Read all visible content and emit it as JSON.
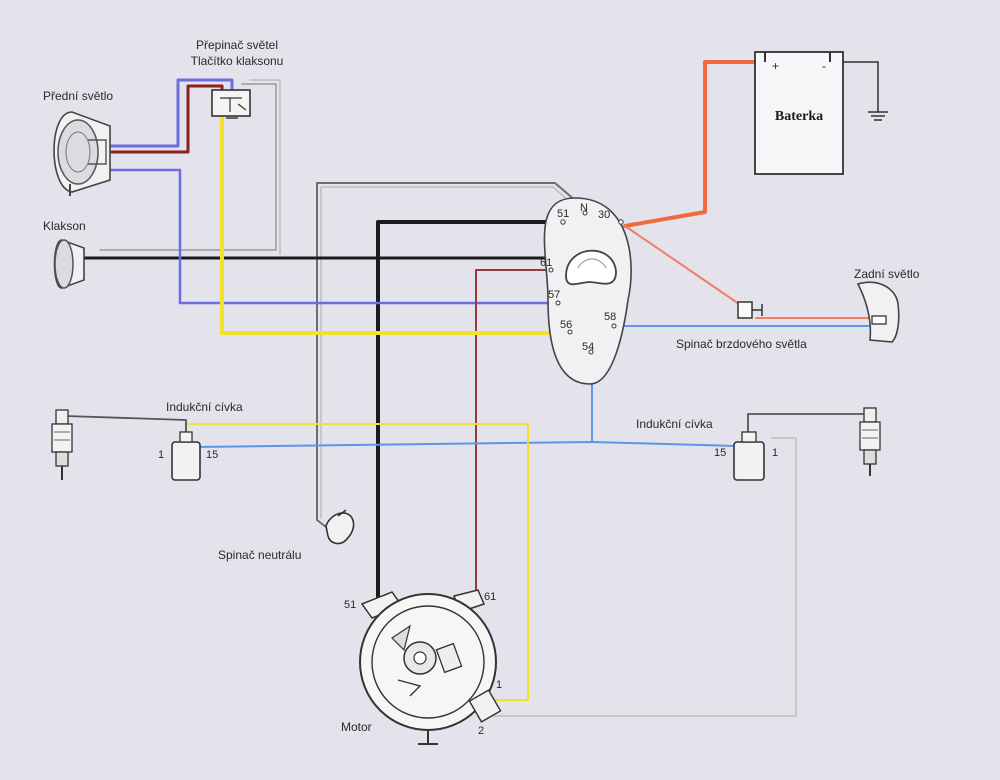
{
  "labels": {
    "front_light": "Přední světlo",
    "switch_line1": "Přepinač světel",
    "switch_line2": "Tlačítko klaksonu",
    "horn": "Klakson",
    "battery": "Baterka",
    "rear_light": "Zadní světlo",
    "brake_switch": "Spinač brzdového světla",
    "coil_left": "Indukční cívka",
    "coil_right": "Indukční cívka",
    "neutral_switch": "Spinač neutrálu",
    "motor": "Motor"
  },
  "terminals": {
    "t51": "51",
    "tN": "N",
    "t30": "30",
    "t61": "61",
    "t57": "57",
    "t56": "56",
    "t58": "58",
    "t54": "54",
    "coil_left_1": "1",
    "coil_left_15": "15",
    "coil_right_15": "15",
    "coil_right_1": "1",
    "motor_51": "51",
    "motor_61": "61",
    "motor_1": "1",
    "motor_2": "2"
  },
  "wire_colors": {
    "black": "#1b1b1b",
    "blue": "#6a6ee0",
    "light_blue": "#5f95e6",
    "yellow": "#f2e22a",
    "dark_red": "#8e2020",
    "brown_red": "#9a3a36",
    "orange": "#f06a3c",
    "pale_orange": "#ef7e68",
    "gray": "#b8b8b8",
    "dark_gray": "#6d6d6d"
  }
}
